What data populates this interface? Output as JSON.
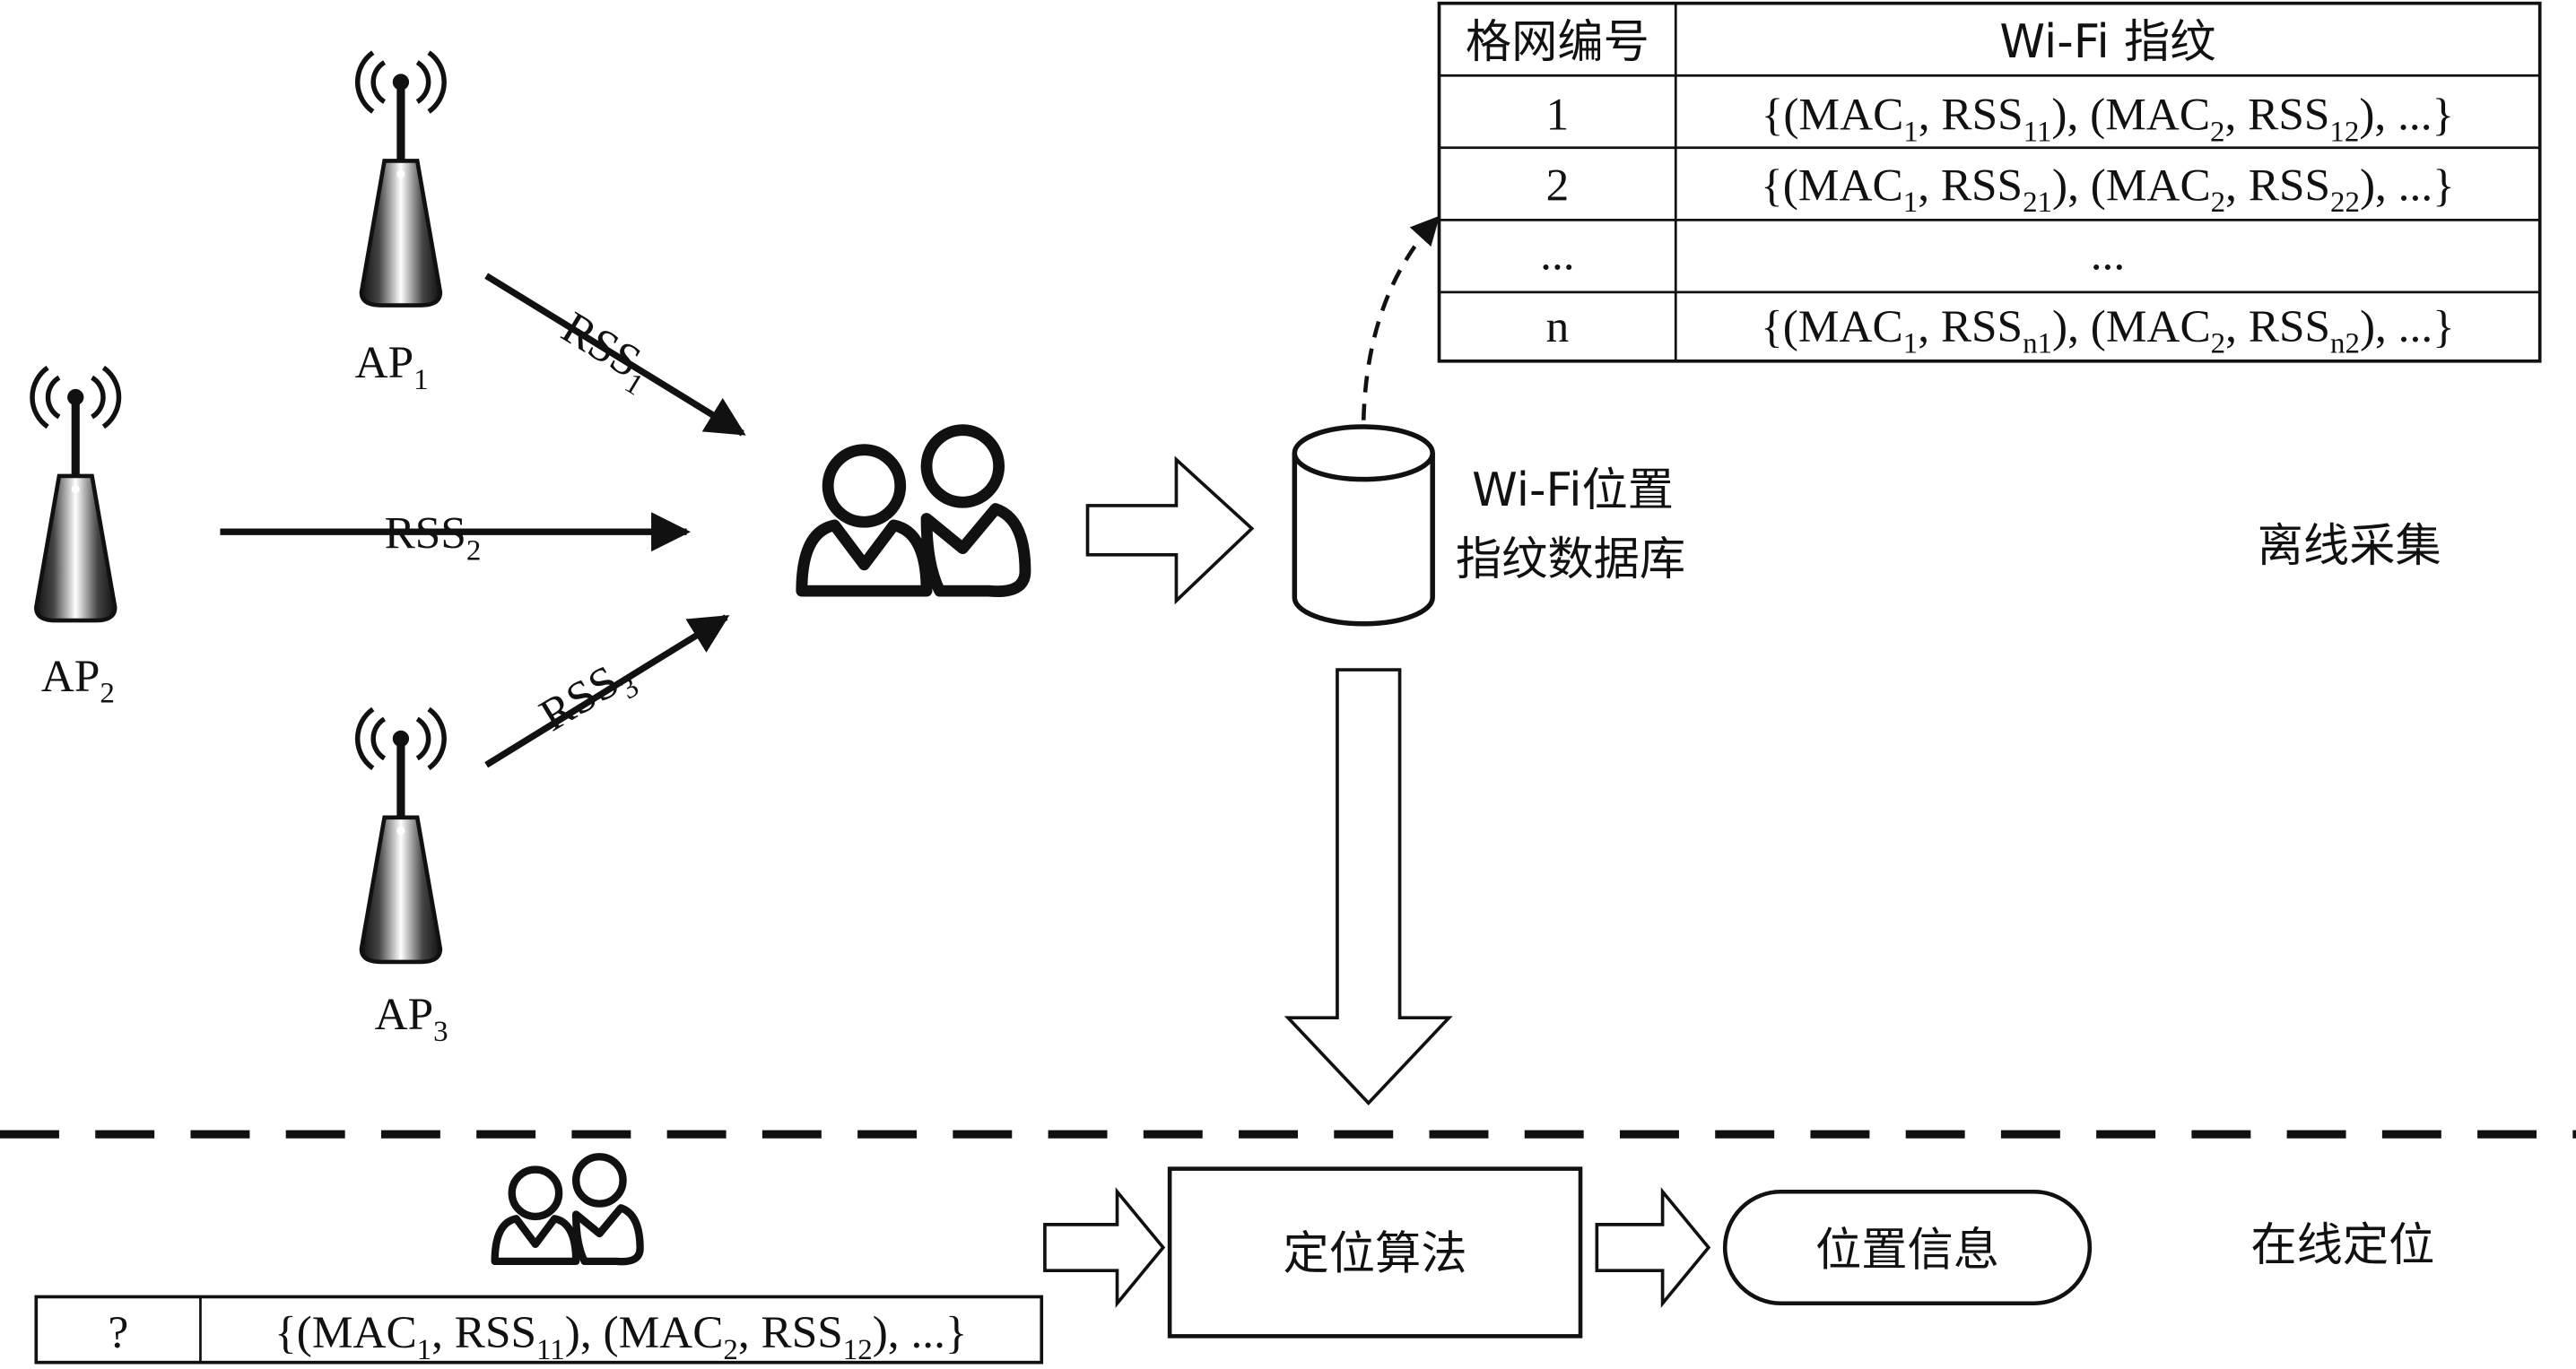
{
  "access_points": [
    {
      "base": "AP",
      "sub": "1"
    },
    {
      "base": "AP",
      "sub": "2"
    },
    {
      "base": "AP",
      "sub": "3"
    }
  ],
  "signals": [
    {
      "base": "RSS",
      "sub": "1"
    },
    {
      "base": "RSS",
      "sub": "2"
    },
    {
      "base": "RSS",
      "sub": "3"
    }
  ],
  "database": {
    "line1": "Wi-Fi位置",
    "line2": "指纹数据库"
  },
  "fingerprint_table": {
    "headers": [
      "格网编号",
      "Wi-Fi 指纹"
    ],
    "rows": [
      {
        "id": "1",
        "f": [
          {
            "t": "{(MAC"
          },
          {
            "t": "1",
            "sub": true
          },
          {
            "t": ", RSS"
          },
          {
            "t": "11",
            "sub": true
          },
          {
            "t": "), (MAC"
          },
          {
            "t": "2",
            "sub": true
          },
          {
            "t": ", RSS"
          },
          {
            "t": "12",
            "sub": true
          },
          {
            "t": "), ...}"
          }
        ]
      },
      {
        "id": "2",
        "f": [
          {
            "t": "{(MAC"
          },
          {
            "t": "1",
            "sub": true
          },
          {
            "t": ", RSS"
          },
          {
            "t": "21",
            "sub": true
          },
          {
            "t": "), (MAC"
          },
          {
            "t": "2",
            "sub": true
          },
          {
            "t": ", RSS"
          },
          {
            "t": "22",
            "sub": true
          },
          {
            "t": "), ...}"
          }
        ]
      },
      {
        "id": "...",
        "f": [
          {
            "t": "..."
          }
        ]
      },
      {
        "id": "n",
        "f": [
          {
            "t": "{(MAC"
          },
          {
            "t": "1",
            "sub": true
          },
          {
            "t": ", RSS"
          },
          {
            "t": "n1",
            "sub": true
          },
          {
            "t": "), (MAC"
          },
          {
            "t": "2",
            "sub": true
          },
          {
            "t": ", RSS"
          },
          {
            "t": "n2",
            "sub": true
          },
          {
            "t": "), ...}"
          }
        ]
      }
    ]
  },
  "offline_label": "离线采集",
  "online_label": "在线定位",
  "algorithm_label": "定位算法",
  "location_info_label": "位置信息",
  "query": {
    "id": "?",
    "f": [
      {
        "t": "{(MAC"
      },
      {
        "t": "1",
        "sub": true
      },
      {
        "t": ", RSS"
      },
      {
        "t": "11",
        "sub": true
      },
      {
        "t": "), (MAC"
      },
      {
        "t": "2",
        "sub": true
      },
      {
        "t": ", RSS"
      },
      {
        "t": "12",
        "sub": true
      },
      {
        "t": "), ...}"
      }
    ]
  }
}
